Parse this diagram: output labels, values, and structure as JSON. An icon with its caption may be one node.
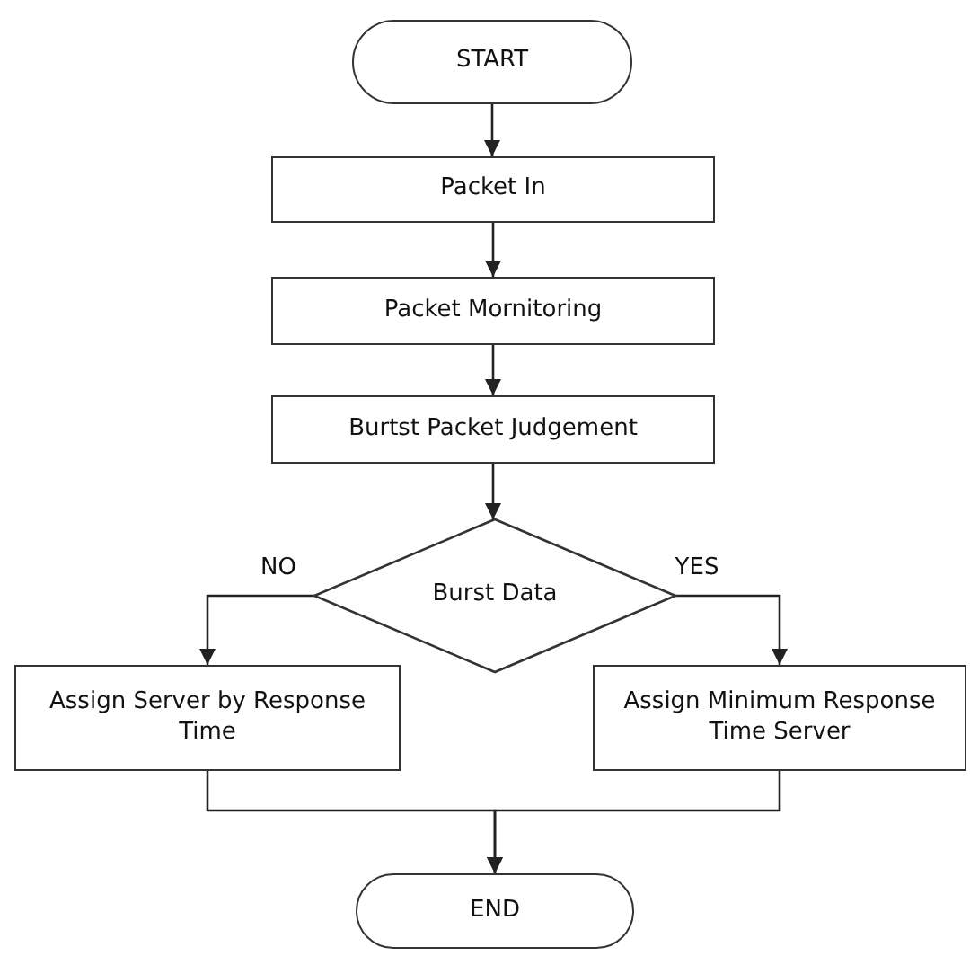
{
  "diagram": {
    "nodes": [
      {
        "text": [
          "START"
        ]
      },
      {
        "text": [
          "Packet In"
        ]
      },
      {
        "text": [
          "Packet Mornitoring"
        ]
      },
      {
        "text": [
          "Burtst Packet Judgement"
        ]
      },
      {
        "text": [
          "Burst Data"
        ]
      },
      {
        "text": [
          "Assign Server by Response Time"
        ]
      },
      {
        "text": [
          "Assign Minimum Response Time Server"
        ]
      },
      {
        "text": [
          "END"
        ]
      }
    ],
    "edges": [
      {
        "from": 0,
        "to": 1,
        "arrow": "to"
      },
      {
        "from": 1,
        "to": 2,
        "arrow": "to"
      },
      {
        "from": 2,
        "to": 3,
        "arrow": "to"
      },
      {
        "from": 3,
        "to": 4,
        "arrow": "to"
      },
      {
        "from": 4,
        "to": 5,
        "arrow": "to",
        "label": "NO"
      },
      {
        "from": 4,
        "to": 6,
        "arrow": "to",
        "label": "YES"
      },
      {
        "from": 5,
        "to": 7,
        "arrow": "to"
      },
      {
        "from": 6,
        "to": 7,
        "arrow": "to"
      }
    ]
  }
}
